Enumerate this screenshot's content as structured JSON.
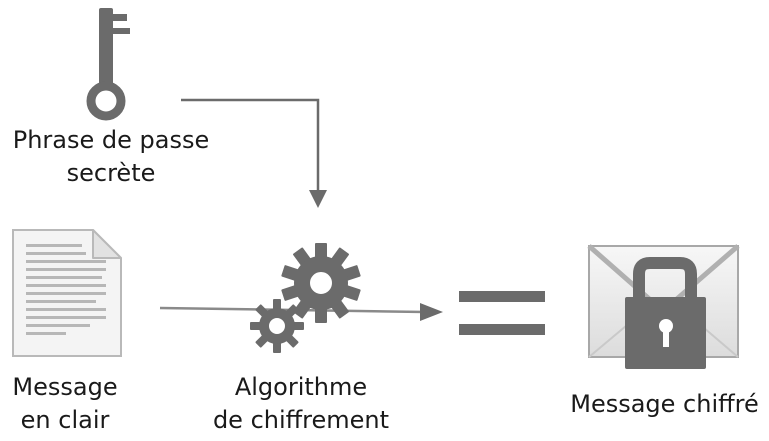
{
  "passphrase": {
    "line1": "Phrase de passe",
    "line2": "secrète",
    "icon": "key-icon"
  },
  "plaintext": {
    "line1": "Message",
    "line2": "en clair",
    "icon": "document-icon"
  },
  "algorithm": {
    "line1": "Algorithme",
    "line2": "de chiffrement",
    "icon": "gears-icon"
  },
  "result": {
    "label": "Message chiffré",
    "icon": "locked-envelope-icon"
  },
  "equals": {
    "icon": "equals-icon"
  },
  "colors": {
    "icon_gray": "#6b6b6b",
    "line_gray": "#8a8a8a",
    "text": "#1a1a1a",
    "paper": "#f4f4f4"
  }
}
